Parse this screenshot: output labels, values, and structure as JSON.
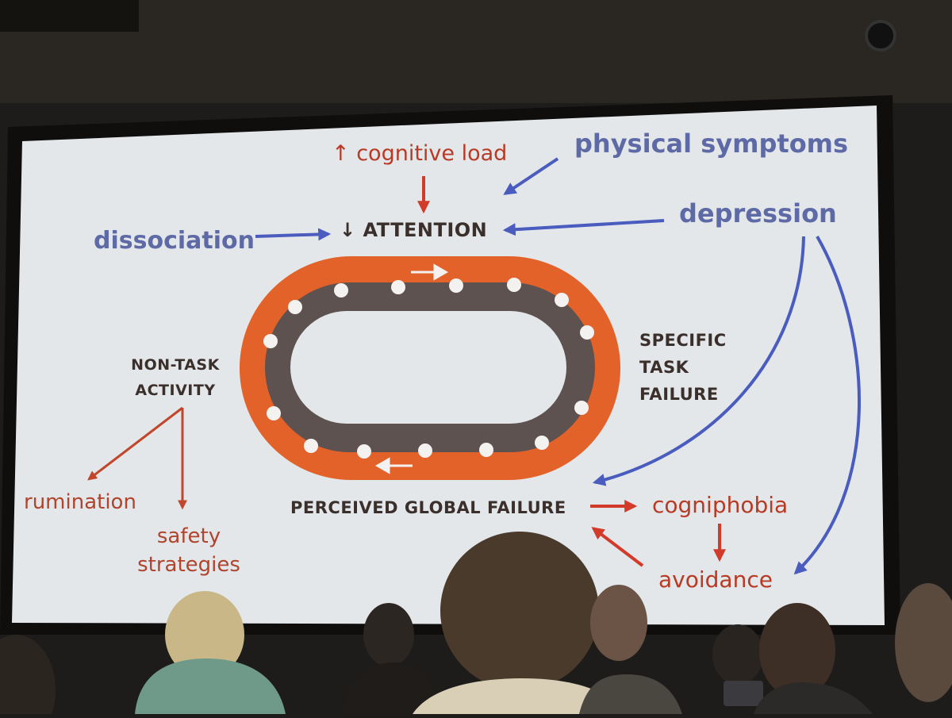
{
  "diagram": {
    "labels": {
      "cognitive_load": "↑ cognitive load",
      "physical_symptoms": "physical symptoms",
      "dissociation": "dissociation",
      "attention": "↓ ATTENTION",
      "depression": "depression",
      "specific_task_failure": [
        "SPECIFIC",
        "TASK",
        "FAILURE"
      ],
      "non_task_activity": [
        "NON-TASK",
        "ACTIVITY"
      ],
      "rumination": "rumination",
      "safety_strategies": [
        "safety",
        "strategies"
      ],
      "perceived_global_failure": "PERCEIVED GLOBAL FAILURE",
      "cogniphobia": "cogniphobia",
      "avoidance": "avoidance"
    },
    "colors": {
      "slide_bg": "#e4e7ea",
      "blue_text": "#5e6aa6",
      "blue_arrow": "#4a5dbf",
      "red_text": "#b83a24",
      "red_arrow": "#d23a2a",
      "dark_text": "#3b2f2c",
      "track_outer": "#e2622a",
      "track_inner": "#5e5250",
      "track_dots": "#f4f2f0"
    }
  }
}
